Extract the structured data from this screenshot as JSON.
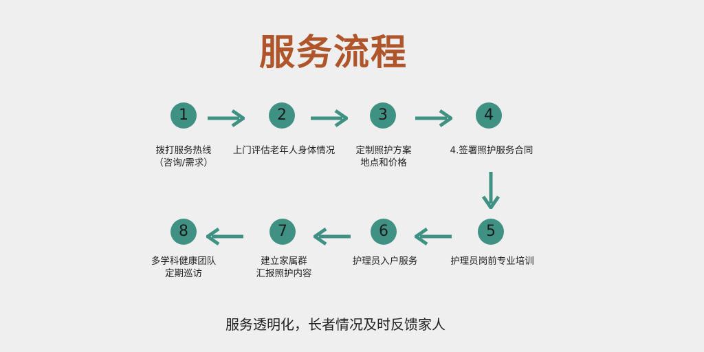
{
  "title": "服务流程",
  "colors": {
    "accent": "#3f9184",
    "title": "#b0552a"
  },
  "steps": [
    {
      "num": "1",
      "line1": "拨打服务热线",
      "line2": "（咨询/需求）"
    },
    {
      "num": "2",
      "line1": "上门评估老年人身体情况",
      "line2": ""
    },
    {
      "num": "3",
      "line1": "定制照护方案",
      "line2": "地点和价格"
    },
    {
      "num": "4",
      "line1": "4.签署照护服务合同",
      "line2": ""
    },
    {
      "num": "5",
      "line1": "护理员岗前专业培训",
      "line2": ""
    },
    {
      "num": "6",
      "line1": "护理员入户服务",
      "line2": ""
    },
    {
      "num": "7",
      "line1": "建立家属群",
      "line2": "汇报照护内容"
    },
    {
      "num": "8",
      "line1": "多学科健康团队",
      "line2": "定期巡访"
    }
  ],
  "footer": "服务透明化，长者情况及时反馈家人"
}
